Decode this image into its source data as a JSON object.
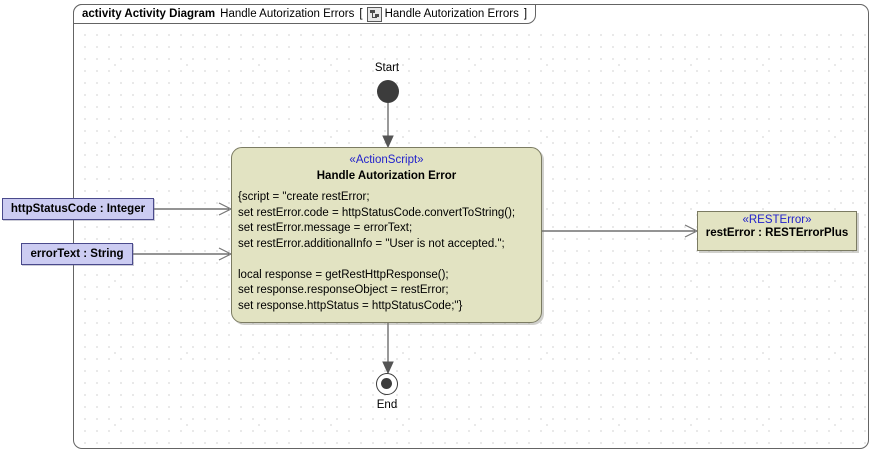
{
  "diagram": {
    "frame": {
      "keyword": "activity Activity Diagram",
      "name": "Handle Autorization Errors",
      "bracket_open": "[",
      "bracket_close": "]",
      "qualified_name": "Handle Autorization Errors",
      "icon": "activity-diagram-icon"
    },
    "colors": {
      "action_fill": "#e2e3c2",
      "action_border": "#7b7b62",
      "param_fill": "#ccccf2",
      "param_border": "#4a4a8c",
      "stereotype_text": "#2222cc",
      "node_dark": "#3c3c3c",
      "edge": "#555555",
      "frame_border": "#646464",
      "canvas": "#ffffff"
    },
    "nodes": {
      "start": {
        "label": "Start",
        "type": "initial-node"
      },
      "end": {
        "label": "End",
        "type": "activity-final-node"
      },
      "action": {
        "stereotype": "«ActionScript»",
        "title": "Handle Autorization Error",
        "script": "{script = \"create restError;\nset restError.code = httpStatusCode.convertToString();\nset restError.message = errorText;\nset restError.additionalInfo = \"User is not accepted.\";\n\nlocal response = getRestHttpResponse();\nset response.responseObject = restError;\nset response.httpStatus = httpStatusCode;\"}"
      },
      "output_object": {
        "stereotype": "«RESTError»",
        "label": "restError : RESTErrorPlus"
      }
    },
    "parameters": [
      {
        "label": "httpStatusCode : Integer",
        "name": "httpStatusCode",
        "type": "Integer"
      },
      {
        "label": "errorText : String",
        "name": "errorText",
        "type": "String"
      }
    ],
    "edges": [
      {
        "from": "start",
        "to": "action",
        "style": "control-flow"
      },
      {
        "from": "action",
        "to": "end",
        "style": "control-flow"
      },
      {
        "from": "httpStatusCode",
        "to": "action",
        "style": "object-flow"
      },
      {
        "from": "errorText",
        "to": "action",
        "style": "object-flow"
      },
      {
        "from": "action",
        "to": "output_object",
        "style": "object-flow"
      }
    ]
  }
}
